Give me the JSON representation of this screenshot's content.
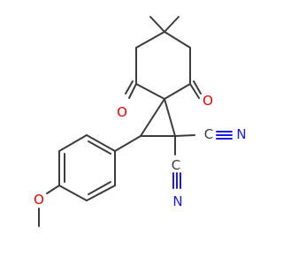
{
  "atom_labels": {
    "ketone_left_oxygen": "O",
    "ketone_right_oxygen": "O",
    "nitrile_upper_nitrogen": "N",
    "nitrile_upper_carbon": "C",
    "nitrile_lower_nitrogen": "N",
    "nitrile_lower_carbon": "C",
    "methoxy_oxygen": "O"
  },
  "colors": {
    "bond": "#3c3c3c",
    "oxygen": "#e60000",
    "nitrogen": "#1a1ae6",
    "background": "#ffffff"
  }
}
